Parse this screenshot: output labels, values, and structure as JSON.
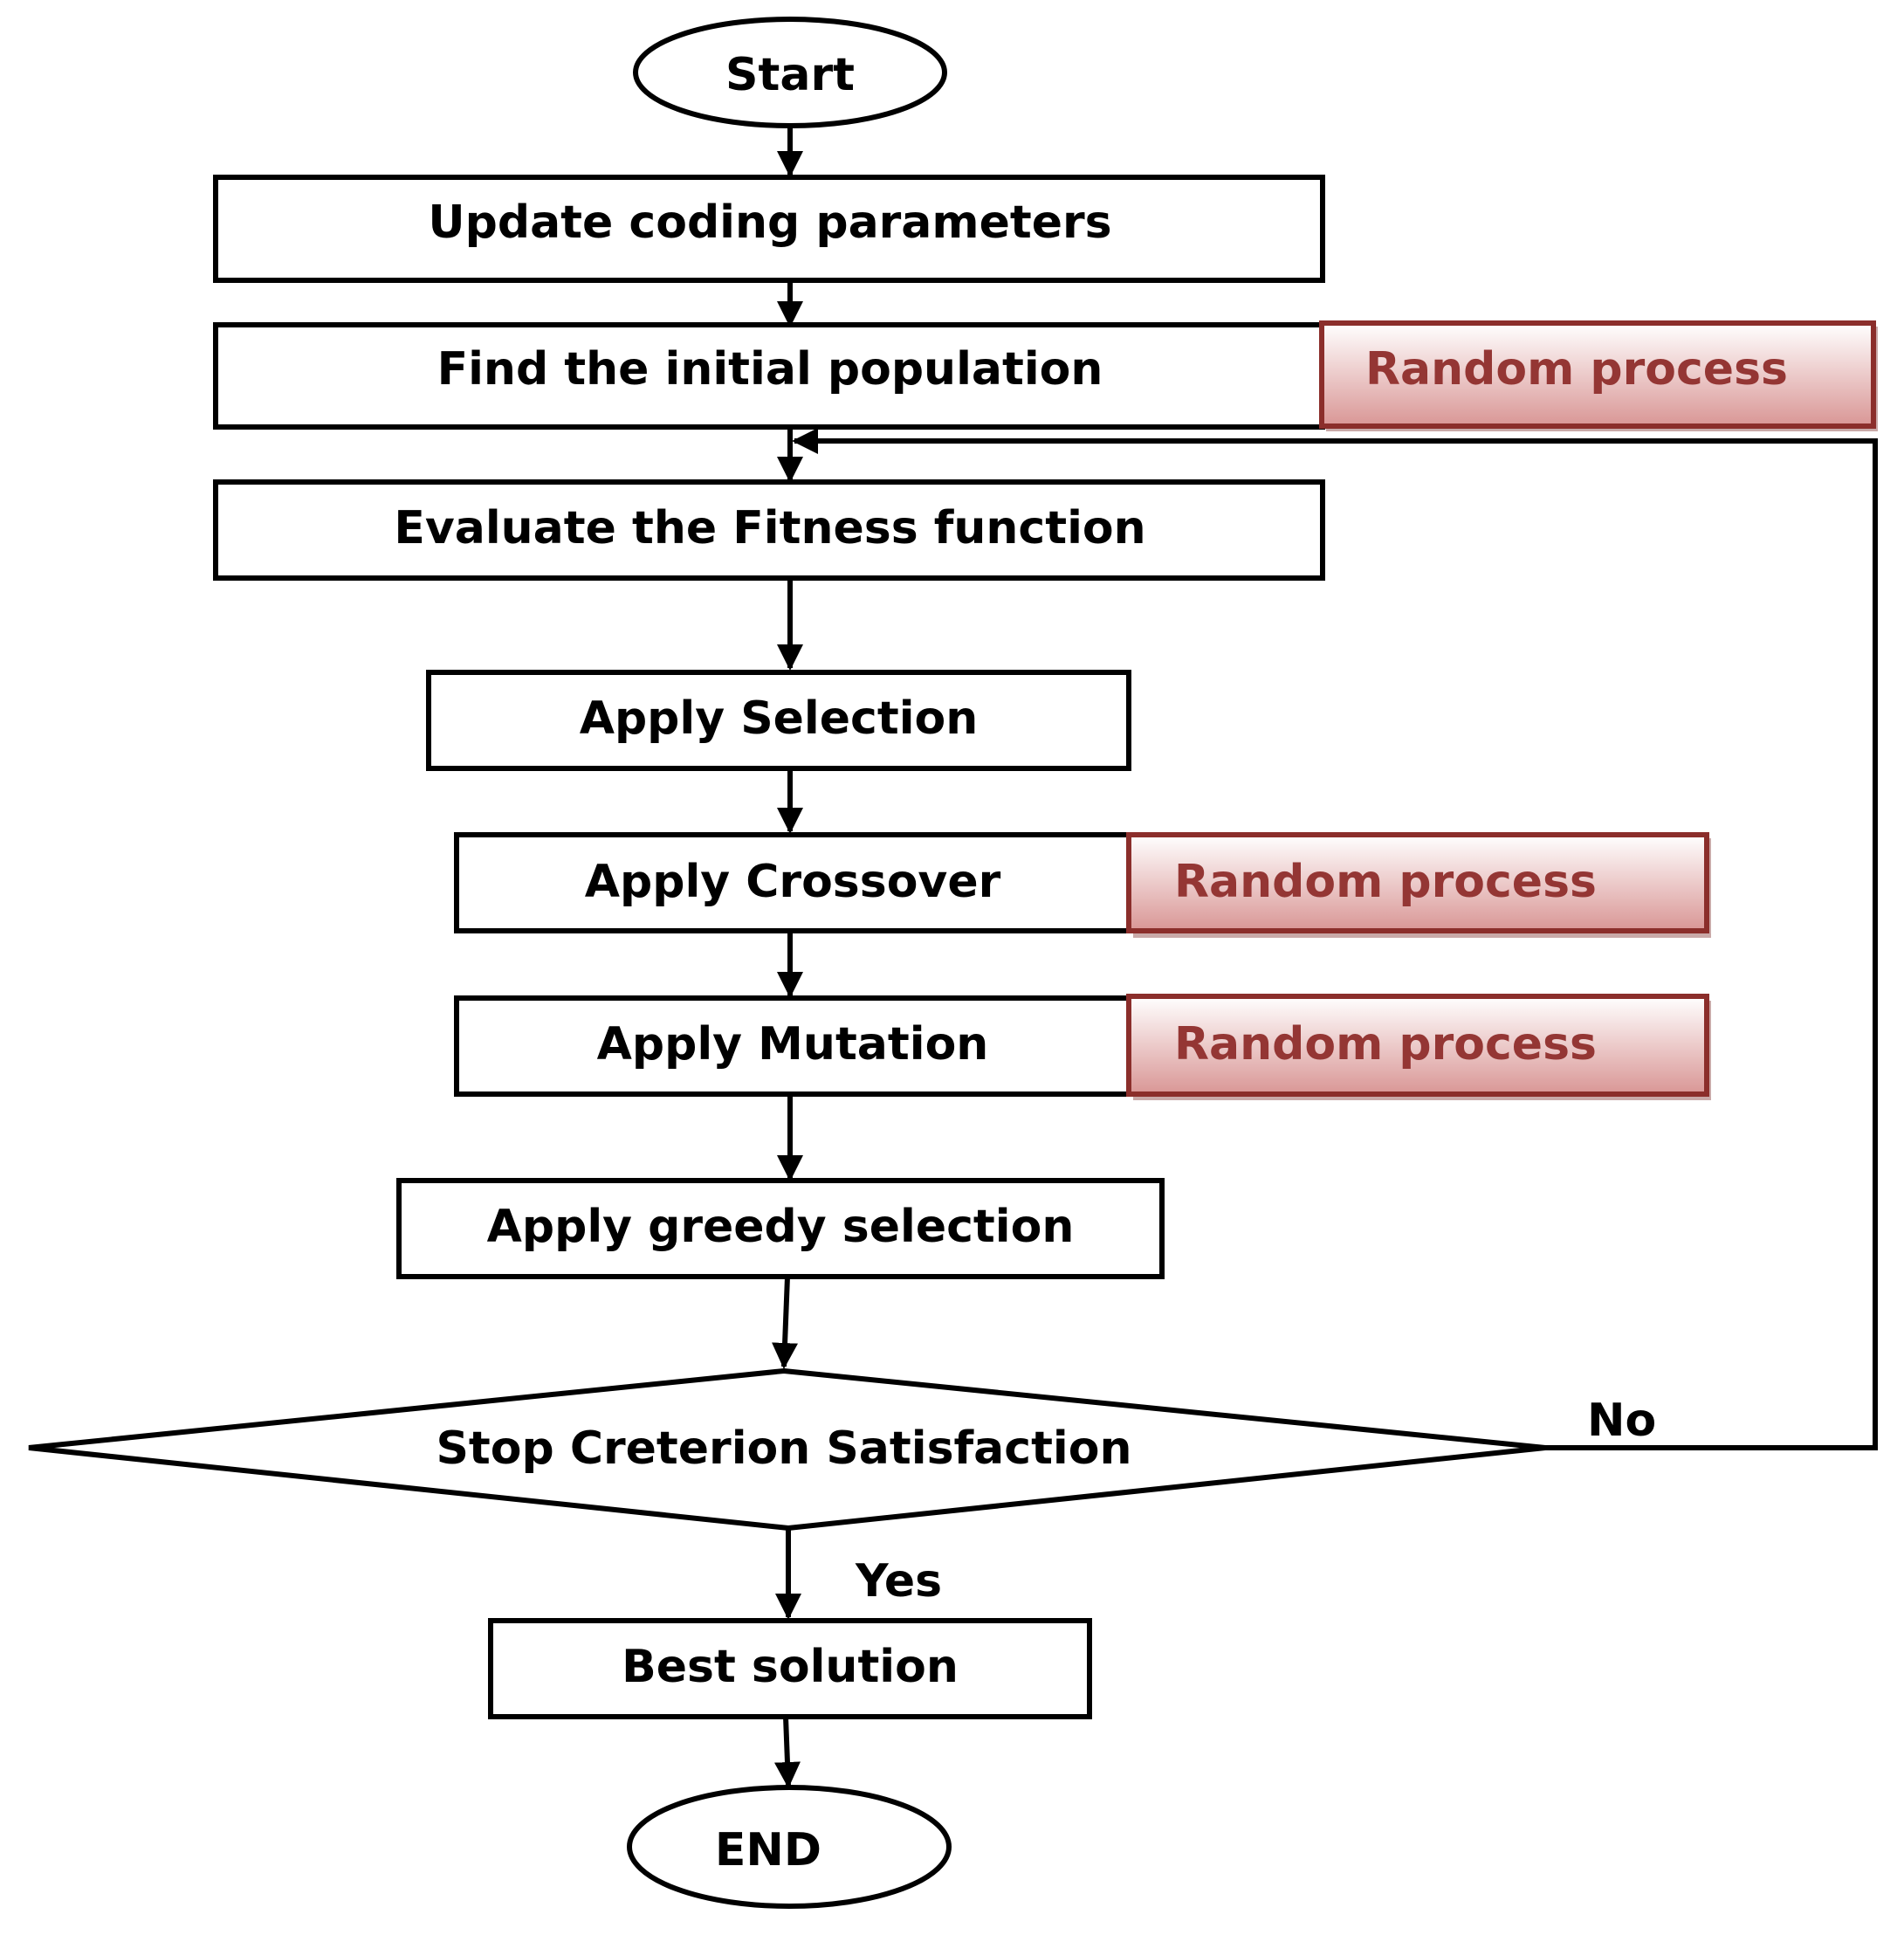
{
  "nodes": {
    "start": "Start",
    "update": "Update coding parameters",
    "initial_population": "Find the initial population",
    "evaluate": "Evaluate the Fitness function",
    "selection": "Apply Selection",
    "crossover": "Apply Crossover",
    "mutation": "Apply Mutation",
    "greedy": "Apply greedy selection",
    "stop": "Stop Creterion Satisfaction",
    "best": "Best solution",
    "end": "END"
  },
  "annotations": {
    "random_initial": "Random process",
    "random_crossover": "Random process",
    "random_mutation": "Random process"
  },
  "edge_labels": {
    "no": "No",
    "yes": "Yes"
  },
  "colors": {
    "random_text": "#943634",
    "random_border": "#8B2E2B",
    "random_fill_top": "#ffffff",
    "random_fill_bottom": "#D99695"
  }
}
